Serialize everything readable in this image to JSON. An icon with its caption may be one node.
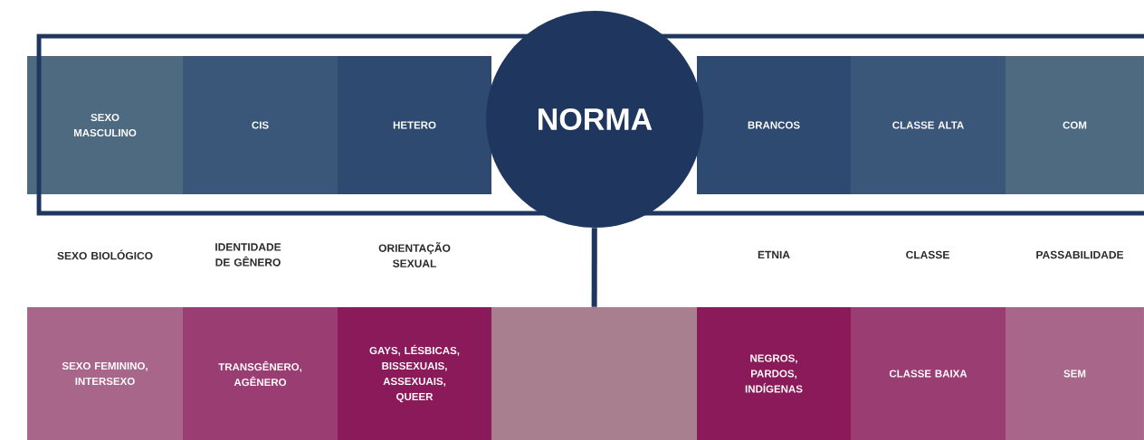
{
  "diagram": {
    "nodes": [
      {
        "text": [
          "SEXO MASCULINO"
        ]
      },
      {
        "text": [
          "CIS"
        ]
      },
      {
        "text": [
          "HETERO"
        ]
      },
      {
        "text": [
          "NORMA"
        ]
      },
      {
        "text": [
          "BRANCOS"
        ]
      },
      {
        "text": [
          "CLASSE ALTA"
        ]
      },
      {
        "text": [
          "COM"
        ]
      },
      {
        "text": [
          "SEXO FEMININO, INTERSEXO"
        ]
      },
      {
        "text": [
          "TRANSGÊNERO, AGÊNERO"
        ]
      },
      {
        "text": [
          "GAYS, LÉSBICAS, BISSEXUAIS, ASSEXUAIS, QUEER"
        ]
      },
      {
        "text": [],
        "shape": "box"
      },
      {
        "text": [
          "NEGROS, PARDOS, INDÍGENAS"
        ]
      },
      {
        "text": [
          "CLASSE BAIXA"
        ]
      },
      {
        "text": [
          "SEM"
        ]
      }
    ],
    "edges": [
      {
        "from": 3,
        "to": 10,
        "arrow": "none"
      }
    ],
    "labels": [
      "SEXO BIOLÓGICO",
      "IDENTIDADE DE GÊNERO",
      "ORIENTAÇÃO SEXUAL",
      "ETNIA",
      "CLASSE",
      "PASSABILIDADE"
    ]
  }
}
